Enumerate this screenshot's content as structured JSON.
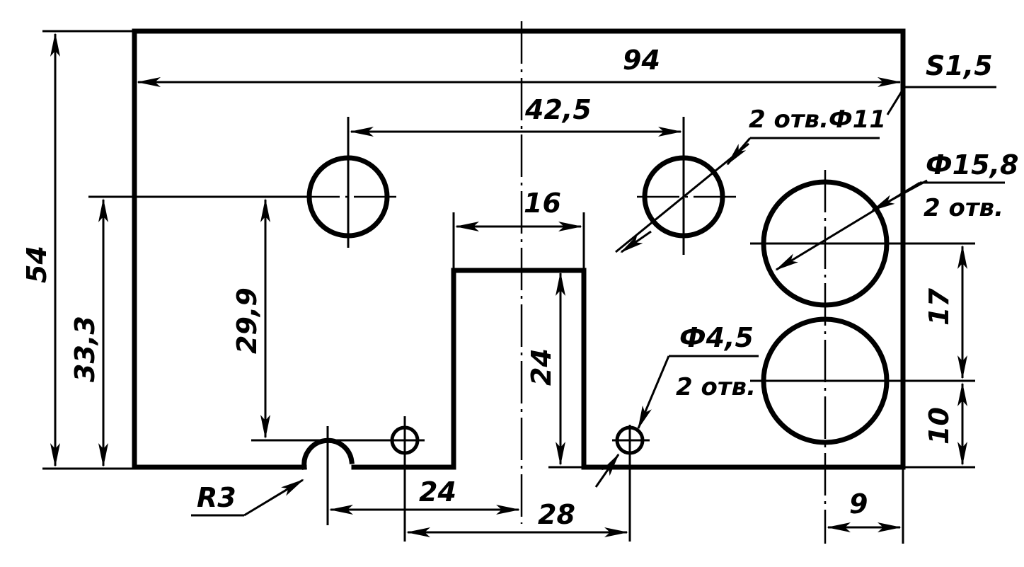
{
  "labels": {
    "total_width": "94",
    "thickness": "S1,5",
    "hole_spacing": "42,5",
    "hole_note_11": "2 отв.Ф11",
    "big_hole_dia": "Ф15,8",
    "big_hole_count": "2 отв.",
    "slot_width": "16",
    "height": "54",
    "hole_height": "33,3",
    "small_hole_offset": "29,9",
    "slot_depth": "24",
    "big_hole_spacing": "17",
    "big_hole_bottom": "10",
    "small_hole_dia": "Ф4,5",
    "small_hole_count": "2 отв.",
    "notch_radius": "R3",
    "left_offset": "24",
    "right_offset": "28",
    "right_edge_offset": "9"
  }
}
